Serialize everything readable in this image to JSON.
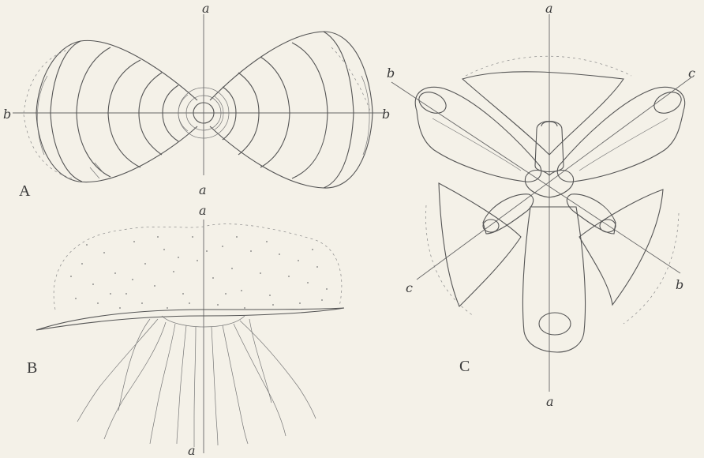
{
  "figures": {
    "A": {
      "letter": "A",
      "axis_labels": {
        "top": "a",
        "bottom": "a",
        "left": "b",
        "right": "b"
      }
    },
    "B": {
      "letter": "B",
      "axis_labels": {
        "top": "a",
        "bottom": "a"
      }
    },
    "C": {
      "letter": "C",
      "axis_labels": {
        "top": "a",
        "bottom": "a",
        "upper_left": "b",
        "lower_right": "b",
        "upper_right": "c",
        "lower_left": "c"
      }
    }
  },
  "colors": {
    "paper": "#f4f1e8",
    "ink": "#555555"
  }
}
